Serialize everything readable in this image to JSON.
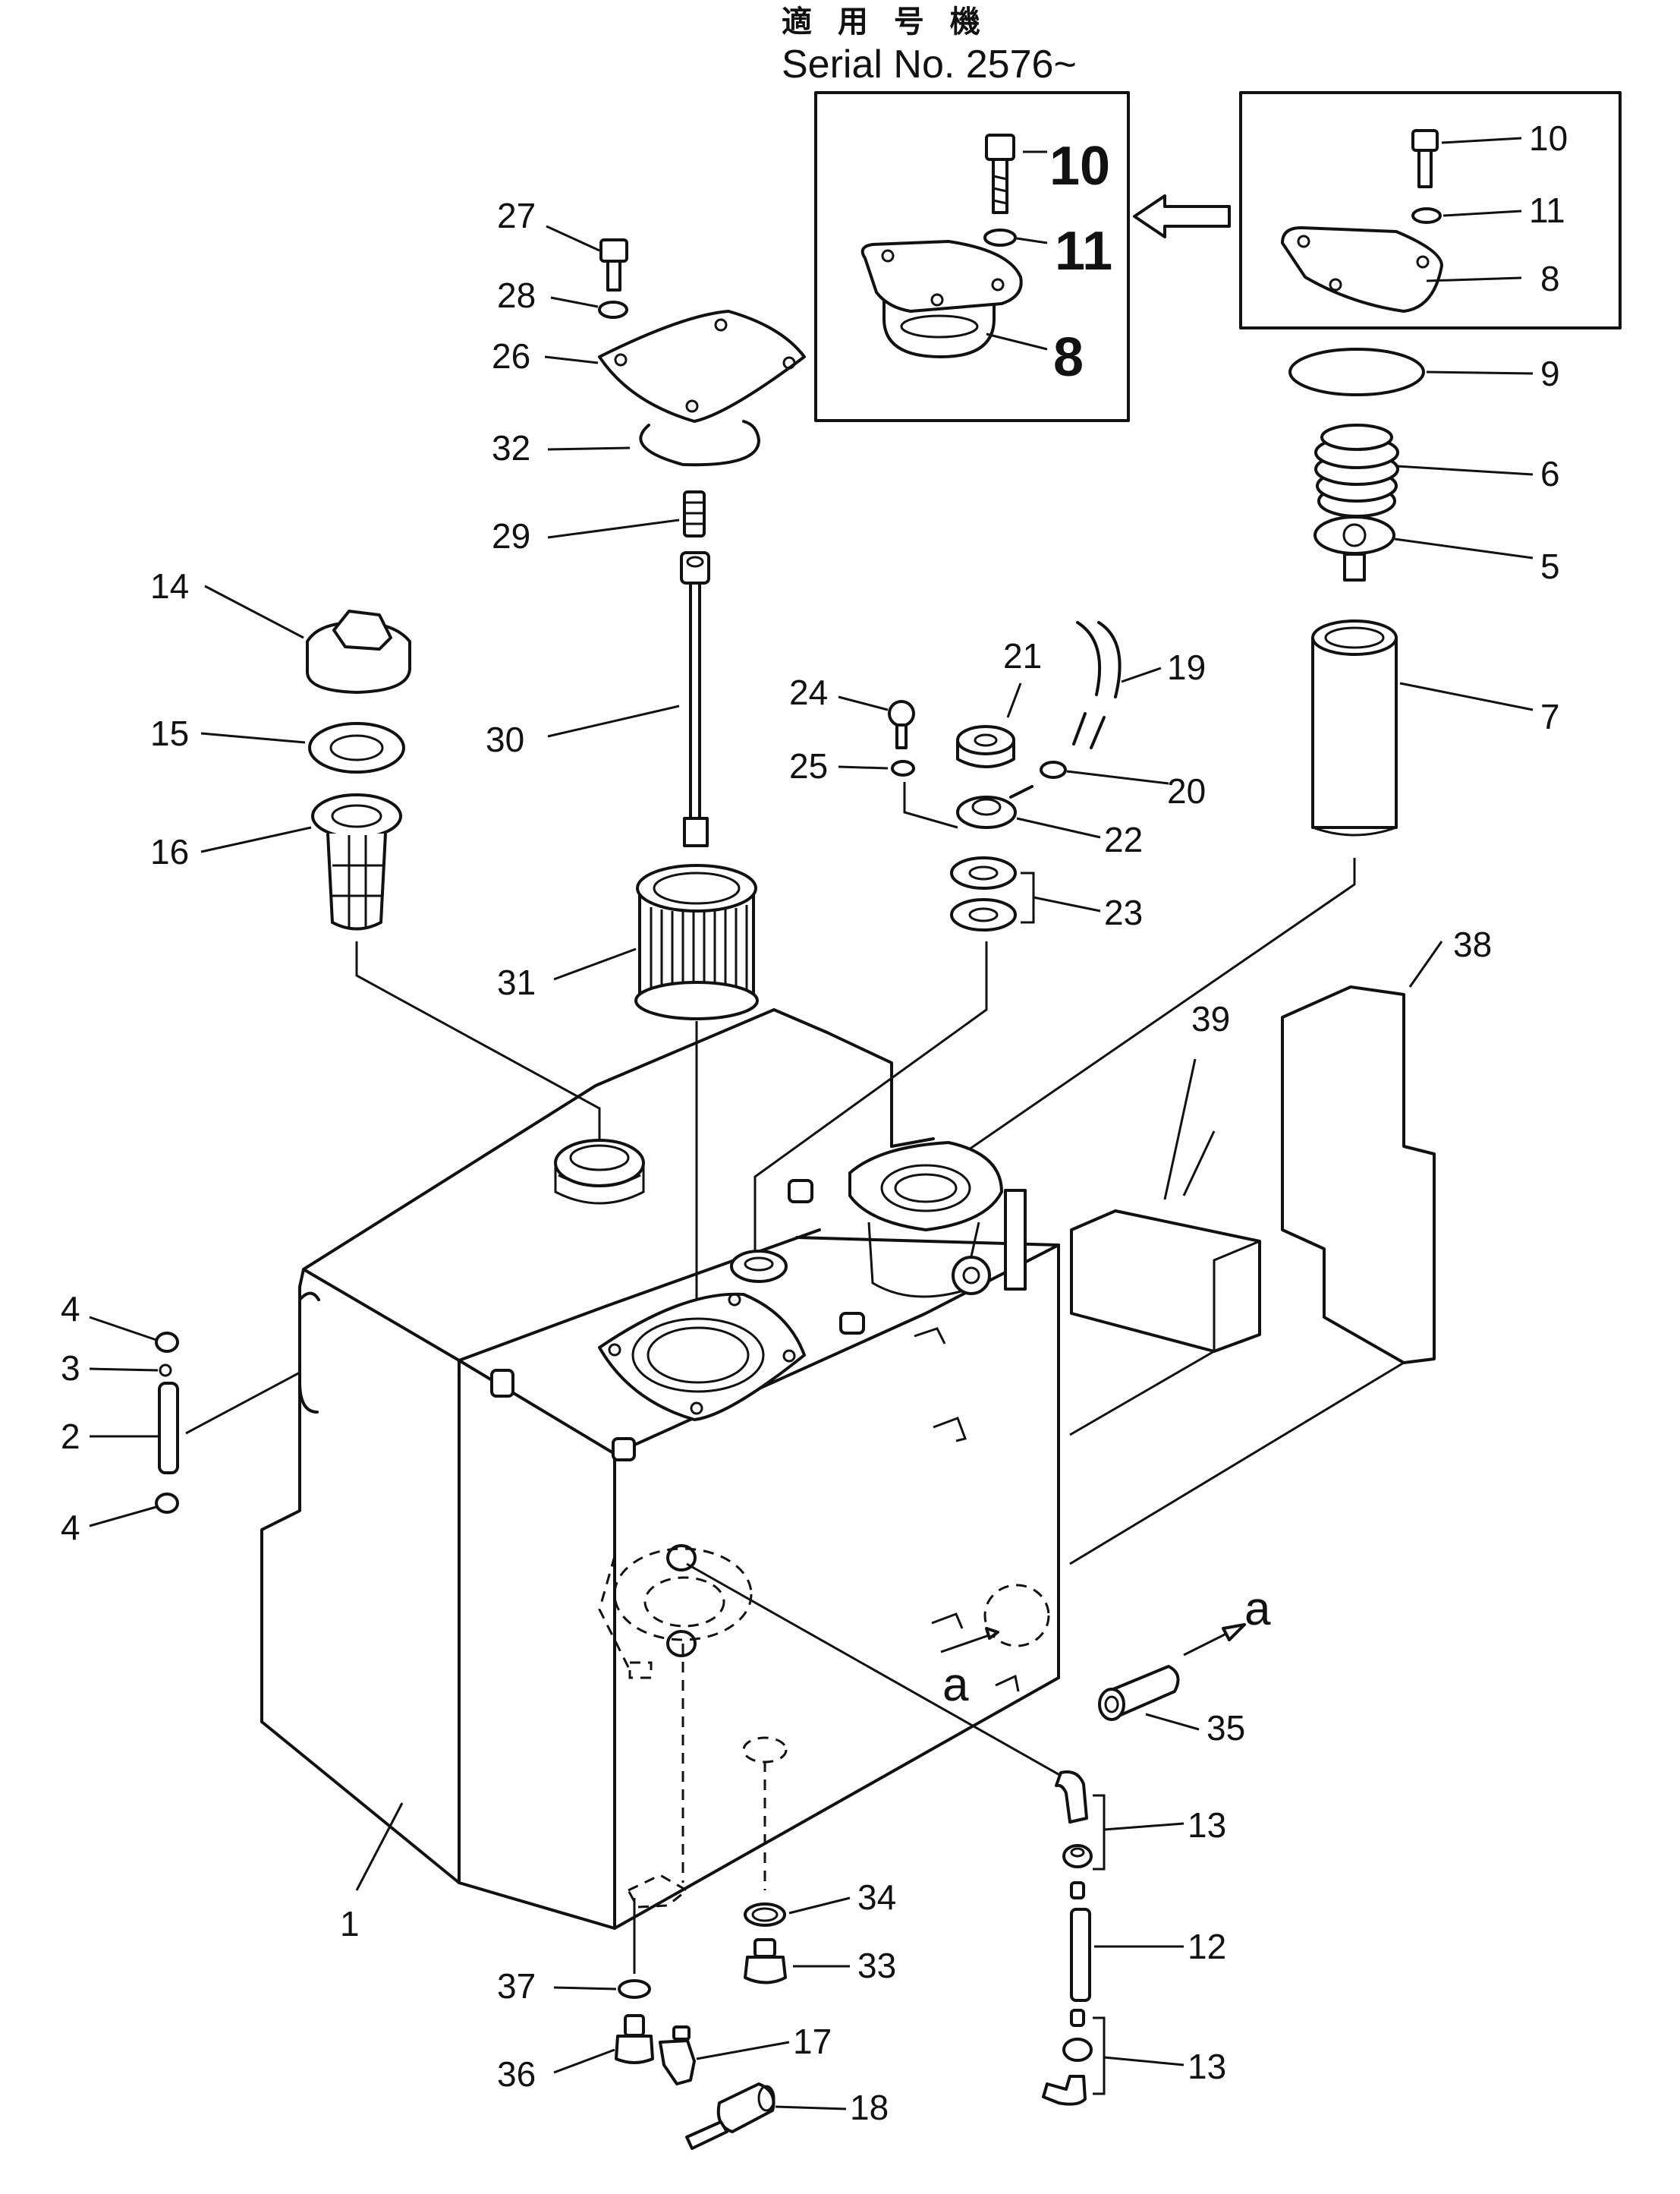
{
  "header": {
    "applicable_models": "適 用 号 機",
    "serial": "Serial No. 2576~"
  },
  "view_markers": [
    "a",
    "a"
  ],
  "callouts": {
    "c1": "1",
    "c2": "2",
    "c3": "3",
    "c4a": "4",
    "c4b": "4",
    "c5": "5",
    "c6": "6",
    "c7": "7",
    "c8": "8",
    "c8new": "8",
    "c9": "9",
    "c10": "10",
    "c10new": "10",
    "c11": "11",
    "c11new": "11",
    "c12": "12",
    "c13a": "13",
    "c13b": "13",
    "c14": "14",
    "c15": "15",
    "c16": "16",
    "c17": "17",
    "c18": "18",
    "c19": "19",
    "c20": "20",
    "c21": "21",
    "c22": "22",
    "c23": "23",
    "c24": "24",
    "c25": "25",
    "c26": "26",
    "c27": "27",
    "c28": "28",
    "c29": "29",
    "c30": "30",
    "c31": "31",
    "c32": "32",
    "c33": "33",
    "c34": "34",
    "c35": "35",
    "c36": "36",
    "c37": "37",
    "c38": "38",
    "c39": "39"
  },
  "icons": {
    "arrow": "hollow-arrow-left-icon"
  }
}
